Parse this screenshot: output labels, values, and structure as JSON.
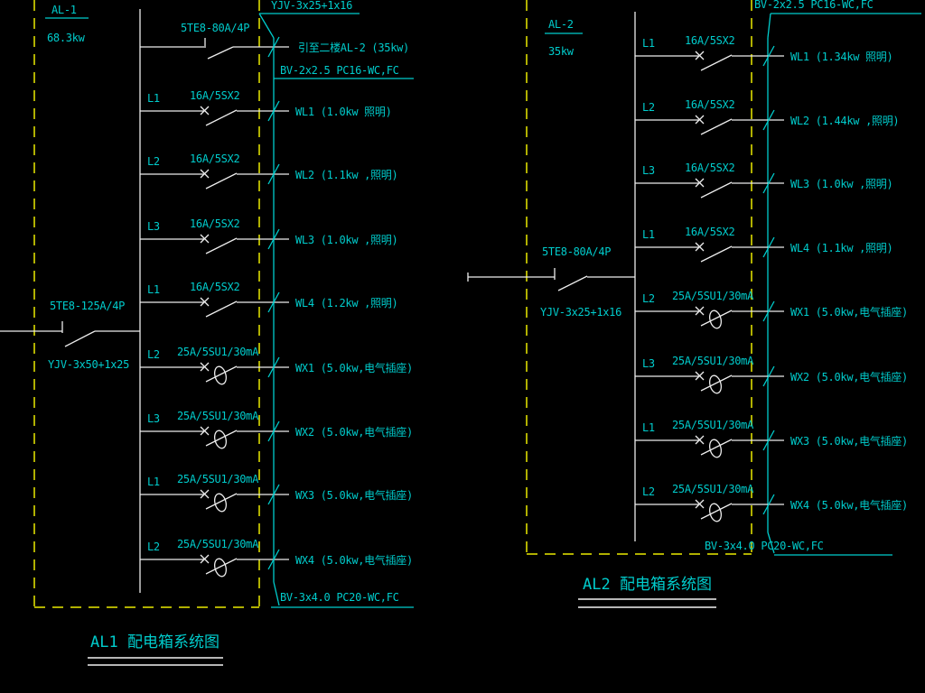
{
  "colors": {
    "background": "#000000",
    "line_cyan": "#00cccc",
    "line_white": "#ededed",
    "border_yellow": "#b0b000"
  },
  "al1": {
    "name": "AL-1",
    "power": "68.3kw",
    "main_breaker": "5TE8-125A/4P",
    "main_cable": "YJV-3x50+1x25",
    "feeder": {
      "breaker": "5TE8-80A/4P",
      "cable": "YJV-3x25+1x16",
      "label": "引至二楼AL-2 (35kw)"
    },
    "lighting_cable": "BV-2x2.5 PC16-WC,FC",
    "socket_cable": "BV-3x4.0 PC20-WC,FC",
    "title": "AL1  配电箱系统图",
    "circuits": [
      {
        "phase": "L1",
        "breaker": "16A/5SX2",
        "label": "WL1 (1.0kw 照明)"
      },
      {
        "phase": "L2",
        "breaker": "16A/5SX2",
        "label": "WL2 (1.1kw ,照明)"
      },
      {
        "phase": "L3",
        "breaker": "16A/5SX2",
        "label": "WL3 (1.0kw ,照明)"
      },
      {
        "phase": "L1",
        "breaker": "16A/5SX2",
        "label": "WL4 (1.2kw ,照明)"
      },
      {
        "phase": "L2",
        "breaker": "25A/5SU1/30mA",
        "label": "WX1 (5.0kw,电气插座)"
      },
      {
        "phase": "L3",
        "breaker": "25A/5SU1/30mA",
        "label": "WX2 (5.0kw,电气插座)"
      },
      {
        "phase": "L1",
        "breaker": "25A/5SU1/30mA",
        "label": "WX3 (5.0kw,电气插座)"
      },
      {
        "phase": "L2",
        "breaker": "25A/5SU1/30mA",
        "label": "WX4 (5.0kw,电气插座)"
      }
    ]
  },
  "al2": {
    "name": "AL-2",
    "power": "35kw",
    "main_breaker": "5TE8-80A/4P",
    "main_cable": "YJV-3x25+1x16",
    "lighting_cable": "BV-2x2.5 PC16-WC,FC",
    "socket_cable": "BV-3x4.0 PC20-WC,FC",
    "title": "AL2  配电箱系统图",
    "circuits": [
      {
        "phase": "L1",
        "breaker": "16A/5SX2",
        "label": "WL1 (1.34kw 照明)"
      },
      {
        "phase": "L2",
        "breaker": "16A/5SX2",
        "label": "WL2 (1.44kw ,照明)"
      },
      {
        "phase": "L3",
        "breaker": "16A/5SX2",
        "label": "WL3 (1.0kw ,照明)"
      },
      {
        "phase": "L1",
        "breaker": "16A/5SX2",
        "label": "WL4 (1.1kw ,照明)"
      },
      {
        "phase": "L2",
        "breaker": "25A/5SU1/30mA",
        "label": "WX1 (5.0kw,电气插座)"
      },
      {
        "phase": "L3",
        "breaker": "25A/5SU1/30mA",
        "label": "WX2 (5.0kw,电气插座)"
      },
      {
        "phase": "L1",
        "breaker": "25A/5SU1/30mA",
        "label": "WX3 (5.0kw,电气插座)"
      },
      {
        "phase": "L2",
        "breaker": "25A/5SU1/30mA",
        "label": "WX4 (5.0kw,电气插座)"
      }
    ]
  }
}
